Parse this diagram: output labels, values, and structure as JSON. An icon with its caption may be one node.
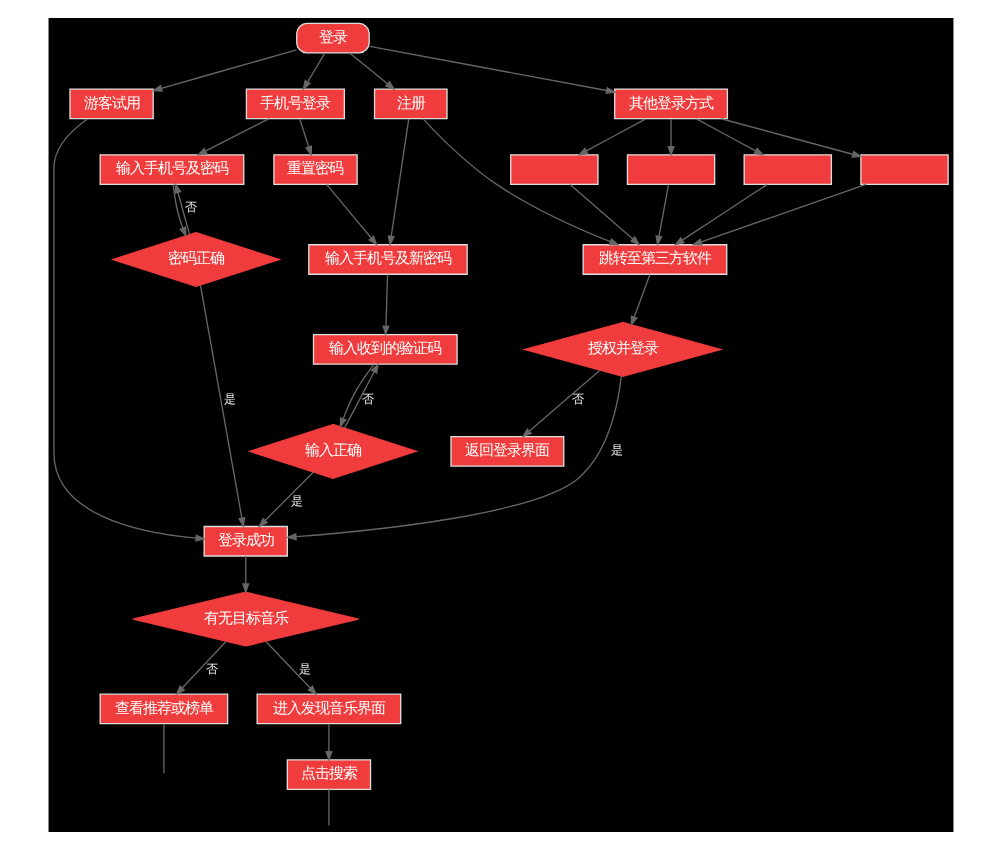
{
  "diagram": {
    "nodes": [
      {
        "text": [
          "登录"
        ]
      },
      {
        "text": [
          "游客试用"
        ]
      },
      {
        "text": [
          "手机号登录"
        ]
      },
      {
        "text": [
          "注册"
        ]
      },
      {
        "text": [
          "其他登录方式"
        ]
      },
      {
        "text": [
          "输入手机号及密码"
        ]
      },
      {
        "text": [
          "重置密码"
        ]
      },
      {
        "text": [
          "密码正确"
        ]
      },
      {
        "text": [
          "输入手机号及新密码"
        ]
      },
      {
        "text": [],
        "shape": "box"
      },
      {
        "text": [],
        "shape": "box"
      },
      {
        "text": [],
        "shape": "box"
      },
      {
        "text": [],
        "shape": "box"
      },
      {
        "text": [
          "跳转至第三方软件"
        ]
      },
      {
        "text": [
          "输入收到的验证码"
        ]
      },
      {
        "text": [
          "授权并登录"
        ]
      },
      {
        "text": [
          "返回登录界面"
        ]
      },
      {
        "text": [
          "输入正确"
        ]
      },
      {
        "text": [
          "登录成功"
        ]
      },
      {
        "text": [
          "查看推荐或榜单"
        ]
      },
      {
        "text": [
          "有无目标音乐"
        ]
      },
      {
        "text": [
          "进入发现音乐界面"
        ]
      },
      {
        "text": [
          "点击搜索"
        ]
      }
    ],
    "edges": [
      {
        "from": 0,
        "to": 1,
        "arrow": "to"
      },
      {
        "from": 0,
        "to": 2,
        "arrow": "to"
      },
      {
        "from": 0,
        "to": 3,
        "arrow": "to"
      },
      {
        "from": 0,
        "to": 4,
        "arrow": "to"
      },
      {
        "from": 1,
        "to": 18,
        "arrow": "to"
      },
      {
        "from": 2,
        "to": 5,
        "arrow": "to"
      },
      {
        "from": 2,
        "to": 6,
        "arrow": "to"
      },
      {
        "from": 5,
        "to": 7,
        "arrow": "to"
      },
      {
        "from": 7,
        "to": 5,
        "arrow": "to",
        "label": "否"
      },
      {
        "from": 7,
        "to": 18,
        "arrow": "to",
        "label": "是"
      },
      {
        "from": 6,
        "to": 8,
        "arrow": "to"
      },
      {
        "from": 3,
        "to": 8,
        "arrow": "to"
      },
      {
        "from": 3,
        "to": 13,
        "arrow": "to"
      },
      {
        "from": 4,
        "to": 9,
        "arrow": "to"
      },
      {
        "from": 4,
        "to": 10,
        "arrow": "to"
      },
      {
        "from": 4,
        "to": 11,
        "arrow": "to"
      },
      {
        "from": 4,
        "to": 12,
        "arrow": "to"
      },
      {
        "from": 9,
        "to": 13,
        "arrow": "to"
      },
      {
        "from": 10,
        "to": 13,
        "arrow": "to"
      },
      {
        "from": 11,
        "to": 13,
        "arrow": "to"
      },
      {
        "from": 12,
        "to": 13,
        "arrow": "to"
      },
      {
        "from": 8,
        "to": 14,
        "arrow": "to"
      },
      {
        "from": 14,
        "to": 17,
        "arrow": "to"
      },
      {
        "from": 17,
        "to": 14,
        "arrow": "to",
        "label": "否"
      },
      {
        "from": 17,
        "to": 18,
        "arrow": "to",
        "label": "是"
      },
      {
        "from": 13,
        "to": 15,
        "arrow": "to"
      },
      {
        "from": 15,
        "to": 16,
        "arrow": "to",
        "label": "否"
      },
      {
        "from": 15,
        "to": 18,
        "arrow": "to",
        "label": "是"
      },
      {
        "from": 18,
        "to": 20,
        "arrow": "to"
      },
      {
        "from": 20,
        "to": 19,
        "arrow": "to",
        "label": "否"
      },
      {
        "from": 20,
        "to": 21,
        "arrow": "to",
        "label": "是"
      },
      {
        "from": 21,
        "to": 22,
        "arrow": "to"
      },
      {
        "from": 19,
        "to": null,
        "arrow": "none"
      },
      {
        "from": 22,
        "to": null,
        "arrow": "none"
      }
    ]
  }
}
